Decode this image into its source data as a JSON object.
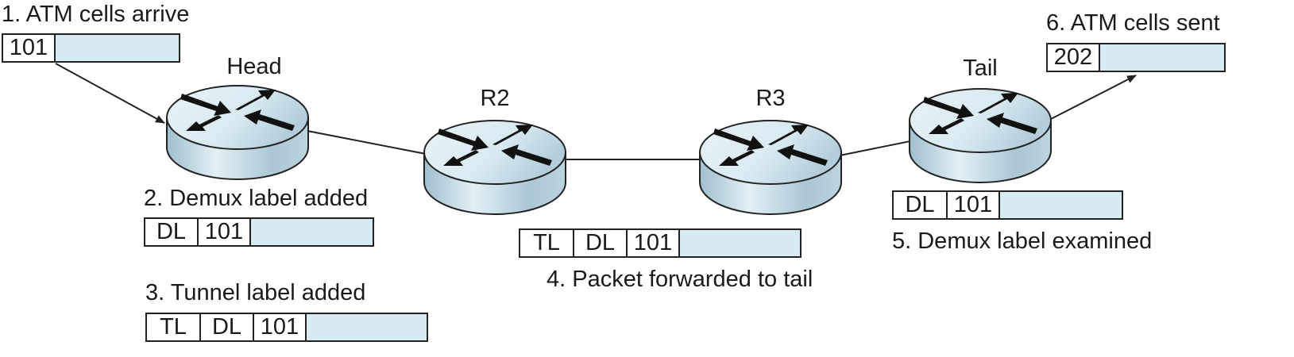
{
  "steps": {
    "s1": "1. ATM cells arrive",
    "s2": "2. Demux label added",
    "s3": "3. Tunnel label added",
    "s4": "4. Packet forwarded to tail",
    "s5": "5. Demux label examined",
    "s6": "6. ATM cells sent"
  },
  "routers": {
    "head": "Head",
    "r2": "R2",
    "r3": "R3",
    "tail": "Tail"
  },
  "packets": {
    "p1": [
      "101"
    ],
    "p2": [
      "DL",
      "101"
    ],
    "p3": [
      "TL",
      "DL",
      "101"
    ],
    "p4": [
      "TL",
      "DL",
      "101"
    ],
    "p5": [
      "DL",
      "101"
    ],
    "p6": [
      "202"
    ]
  },
  "colors": {
    "payload": "#d9ebf2",
    "router_top": "#dcecf3",
    "router_side": "#a9c6d3",
    "stroke": "#222222"
  }
}
